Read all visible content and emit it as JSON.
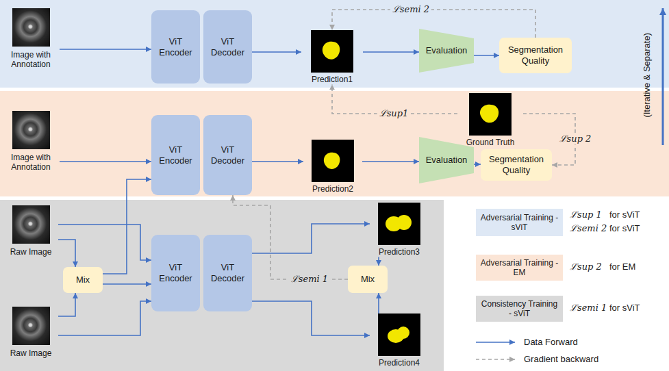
{
  "diagram": {
    "nodes": [
      {
        "text": [
          "Image with Annotation"
        ]
      },
      {
        "text": [
          "ViT Encoder"
        ]
      },
      {
        "text": [
          "ViT Decoder"
        ]
      },
      {
        "text": [
          "Prediction1"
        ]
      },
      {
        "text": [
          "Evaluation"
        ]
      },
      {
        "text": [
          "Segmentation Quality"
        ]
      },
      {
        "text": [
          "Image with Annotation"
        ]
      },
      {
        "text": [
          "ViT Encoder"
        ]
      },
      {
        "text": [
          "ViT Decoder"
        ]
      },
      {
        "text": [
          "Prediction2"
        ]
      },
      {
        "text": [
          "Evaluation"
        ]
      },
      {
        "text": [
          "Segmentation Quality"
        ]
      },
      {
        "text": [
          "Ground Truth"
        ]
      },
      {
        "text": [
          "Raw Image"
        ]
      },
      {
        "text": [
          "Raw Image"
        ]
      },
      {
        "text": [
          "Mix"
        ]
      },
      {
        "text": [
          "ViT Encoder"
        ]
      },
      {
        "text": [
          "ViT Decoder"
        ]
      },
      {
        "text": [
          "Prediction3"
        ]
      },
      {
        "text": [
          "Mix"
        ]
      },
      {
        "text": [
          "Prediction4"
        ]
      }
    ],
    "edges": [
      {
        "from": 0,
        "to": 1,
        "arrow": "to"
      },
      {
        "from": 2,
        "to": 3,
        "arrow": "to"
      },
      {
        "from": 3,
        "to": 4,
        "arrow": "to"
      },
      {
        "from": 4,
        "to": 5,
        "arrow": "to"
      },
      {
        "from": 5,
        "to": 3,
        "label": "ℒsemi 2",
        "arrow": "to"
      },
      {
        "from": 6,
        "to": 7,
        "arrow": "to"
      },
      {
        "from": 8,
        "to": 9,
        "arrow": "to"
      },
      {
        "from": 9,
        "to": 10,
        "arrow": "to"
      },
      {
        "from": 10,
        "to": 11,
        "arrow": "to"
      },
      {
        "from": 12,
        "to": 3,
        "label": "ℒsup1",
        "arrow": "to"
      },
      {
        "from": 12,
        "to": 11,
        "label": "ℒsup 2",
        "arrow": "to"
      },
      {
        "from": 13,
        "to": 15,
        "arrow": "to"
      },
      {
        "from": 13,
        "to": 16,
        "arrow": "to"
      },
      {
        "from": 14,
        "to": 15,
        "arrow": "to"
      },
      {
        "from": 14,
        "to": 16,
        "arrow": "to"
      },
      {
        "from": 15,
        "to": 7,
        "arrow": "to"
      },
      {
        "from": 15,
        "to": 16,
        "arrow": "to"
      },
      {
        "from": 17,
        "to": 18,
        "arrow": "to"
      },
      {
        "from": 17,
        "to": 20,
        "arrow": "to"
      },
      {
        "from": 18,
        "to": 19,
        "arrow": "to"
      },
      {
        "from": 20,
        "to": 19,
        "arrow": "to"
      },
      {
        "from": 19,
        "to": 8,
        "label": "ℒsemi 1",
        "arrow": "to"
      }
    ],
    "labels": [
      "(Iterative & Separate)",
      "ℒsup 1",
      "for sViT",
      "ℒsemi 2",
      "for sViT",
      "ℒsup 2",
      "for EM",
      "ℒsemi 1",
      "for sViT"
    ],
    "legend": [
      {
        "text": "Adversarial Training - sViT",
        "color": "#dee8f5"
      },
      {
        "text": "Adversarial Training - EM",
        "color": "#fbe5d6"
      },
      {
        "text": "Consistency Training - sViT",
        "color": "#d9d9d9"
      },
      {
        "text": "Data Forward"
      },
      {
        "text": "Gradient backward"
      }
    ]
  }
}
